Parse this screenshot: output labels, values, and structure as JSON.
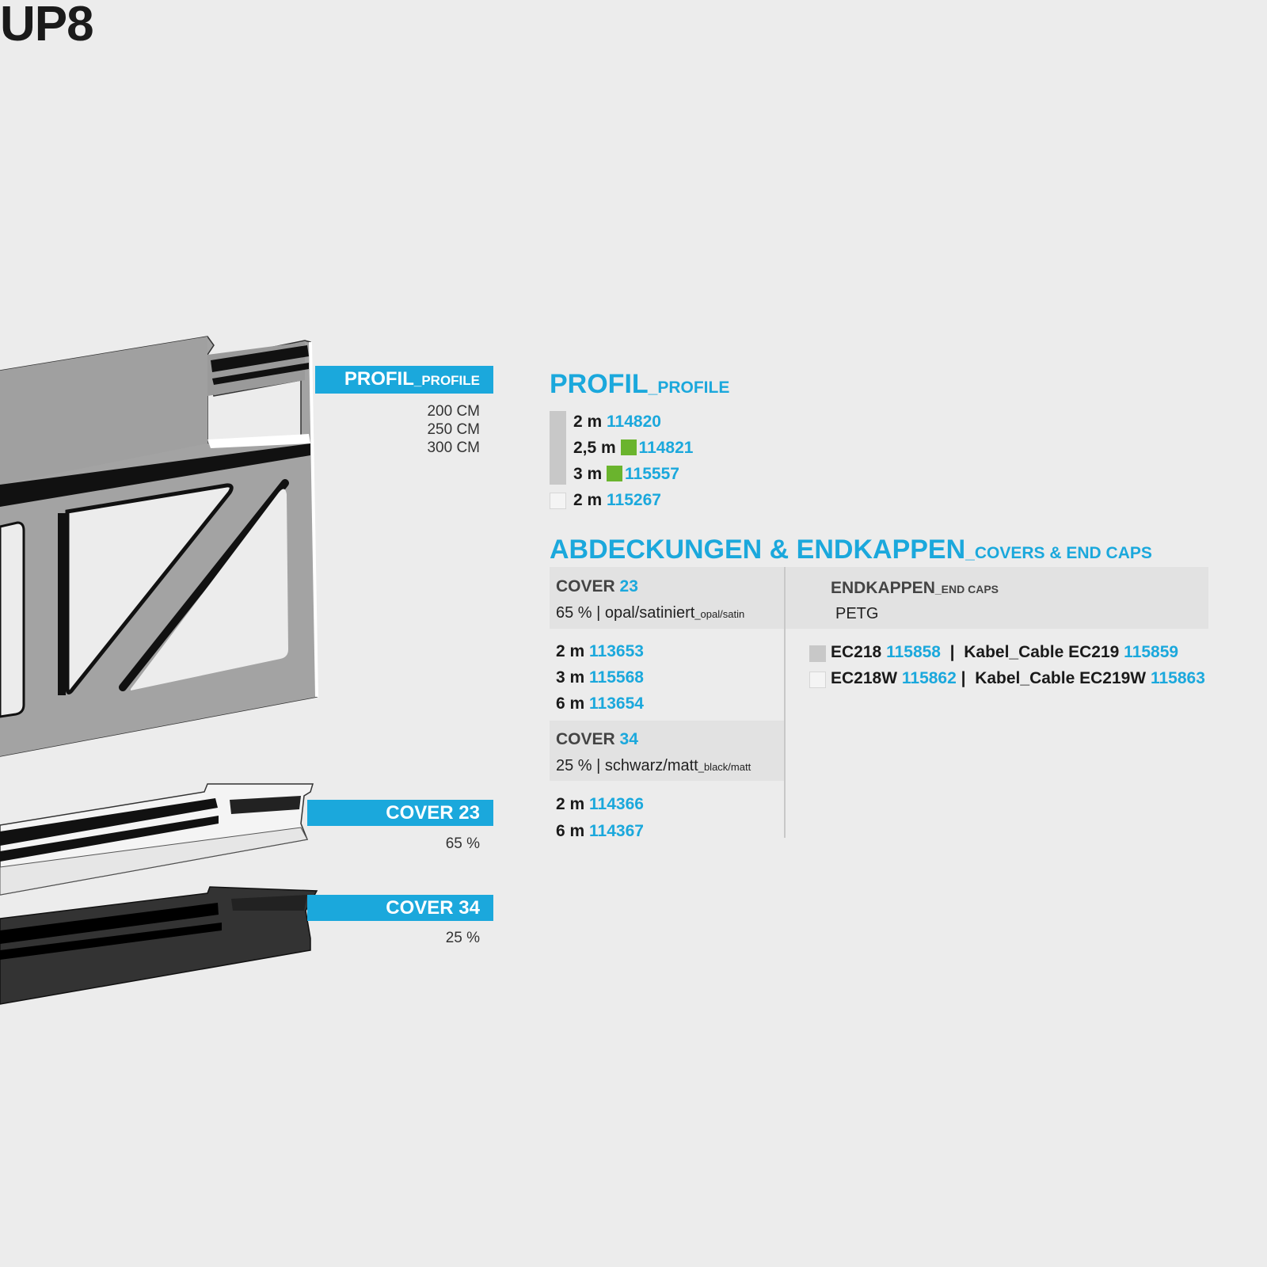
{
  "title": "UP8",
  "labels": {
    "profile": {
      "main": "PROFIL",
      "sub": "_PROFILE",
      "lengths": [
        "200 CM",
        "250 CM",
        "300 CM"
      ]
    },
    "cover23": {
      "main": "COVER 23",
      "percent": "65 %"
    },
    "cover34": {
      "main": "COVER 34",
      "percent": "25 %"
    }
  },
  "profil": {
    "heading": "PROFIL",
    "heading_sub": "_PROFILE",
    "rows": [
      {
        "len": "2 m",
        "code": "114820",
        "badge": false
      },
      {
        "len": "2,5 m",
        "code": "114821",
        "badge": true
      },
      {
        "len": "3 m",
        "code": "115557",
        "badge": true
      },
      {
        "len": "2 m",
        "code": "115267",
        "badge": false
      }
    ]
  },
  "covers": {
    "heading": "ABDECKUNGEN & ENDKAPPEN",
    "heading_sub": "_COVERS & END CAPS",
    "cover23": {
      "name": "COVER",
      "num": "23",
      "pct": "65 %",
      "desc": "| opal/satiniert",
      "desc_sub": "_opal/satin",
      "rows": [
        {
          "len": "2 m",
          "code": "113653"
        },
        {
          "len": "3 m",
          "code": "115568"
        },
        {
          "len": "6 m",
          "code": "113654"
        }
      ]
    },
    "cover34": {
      "name": "COVER",
      "num": "34",
      "pct": "25 %",
      "desc": "| schwarz/matt",
      "desc_sub": "_black/matt",
      "rows": [
        {
          "len": "2 m",
          "code": "114366"
        },
        {
          "len": "6 m",
          "code": "114367"
        }
      ]
    },
    "endcaps": {
      "name": "ENDKAPPEN",
      "name_sub": "_END CAPS",
      "material": "PETG",
      "rows": [
        {
          "a": "EC218",
          "a_code": "115858",
          "sep": "|",
          "b": "Kabel_Cable EC219",
          "b_code": "115859"
        },
        {
          "a": "EC218W",
          "a_code": "115862",
          "sep": "|",
          "b": "Kabel_Cable EC219W",
          "b_code": "115863"
        }
      ]
    }
  },
  "colors": {
    "accent": "#1ba8dc",
    "green": "#6ab42d",
    "alu": "#a3a3a3",
    "bg": "#ececec",
    "swatch_silver": "#c8c8c8",
    "swatch_white": "#f4f4f4"
  }
}
